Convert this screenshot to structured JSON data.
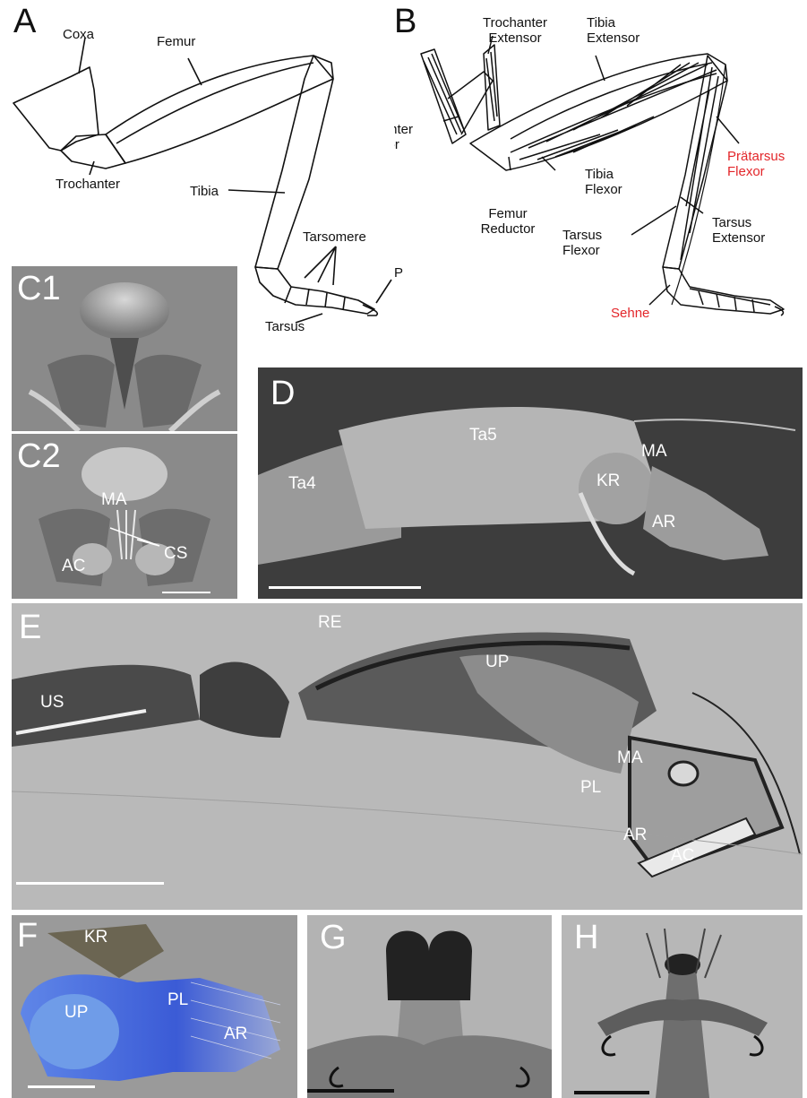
{
  "panels": {
    "A": {
      "letter": "A",
      "labels": {
        "coxa": "Coxa",
        "femur": "Femur",
        "trochanter": "Trochanter",
        "tibia": "Tibia",
        "tarsomere": "Tarsomere",
        "praetarsus": "Prätarsus",
        "tarsus": "Tarsus"
      }
    },
    "B": {
      "letter": "B",
      "labels": {
        "trochanter_extensor_1": "Trochanter",
        "trochanter_extensor_2": "Extensor",
        "tibia_extensor_1": "Tibia",
        "tibia_extensor_2": "Extensor",
        "trochanter_flexor_1": "Trochanter",
        "trochanter_flexor_2": "Flexor",
        "praetarsus_flexor_1": "Prätarsus",
        "praetarsus_flexor_2": "Flexor",
        "tibia_flexor_1": "Tibia",
        "tibia_flexor_2": "Flexor",
        "femur_reductor_1": "Femur",
        "femur_reductor_2": "Reductor",
        "tarsus_flexor_1": "Tarsus",
        "tarsus_flexor_2": "Flexor",
        "tarsus_extensor_1": "Tarsus",
        "tarsus_extensor_2": "Extensor",
        "sehne": "Sehne"
      }
    },
    "C1": {
      "letter": "C1"
    },
    "C2": {
      "letter": "C2",
      "labels": {
        "ma": "MA",
        "ac": "AC",
        "cs": "CS"
      }
    },
    "D": {
      "letter": "D",
      "labels": {
        "ta5": "Ta5",
        "ta4": "Ta4",
        "ma": "MA",
        "kr": "KR",
        "ar": "AR"
      }
    },
    "E": {
      "letter": "E",
      "labels": {
        "re": "RE",
        "us": "US",
        "up": "UP",
        "ma": "MA",
        "pl": "PL",
        "ar": "AR",
        "ac": "AC"
      }
    },
    "F": {
      "letter": "F",
      "labels": {
        "kr": "KR",
        "up": "UP",
        "pl": "PL",
        "ar": "AR"
      }
    },
    "G": {
      "letter": "G"
    },
    "H": {
      "letter": "H"
    }
  },
  "colors": {
    "text": "#111111",
    "highlight_red": "#e3262a",
    "sem_gray": "#8a8a8a",
    "sem_dark": "#3b3b3b",
    "light_micro": "#b9b9b9",
    "fluorescence_blue": "#4a6fe0"
  }
}
